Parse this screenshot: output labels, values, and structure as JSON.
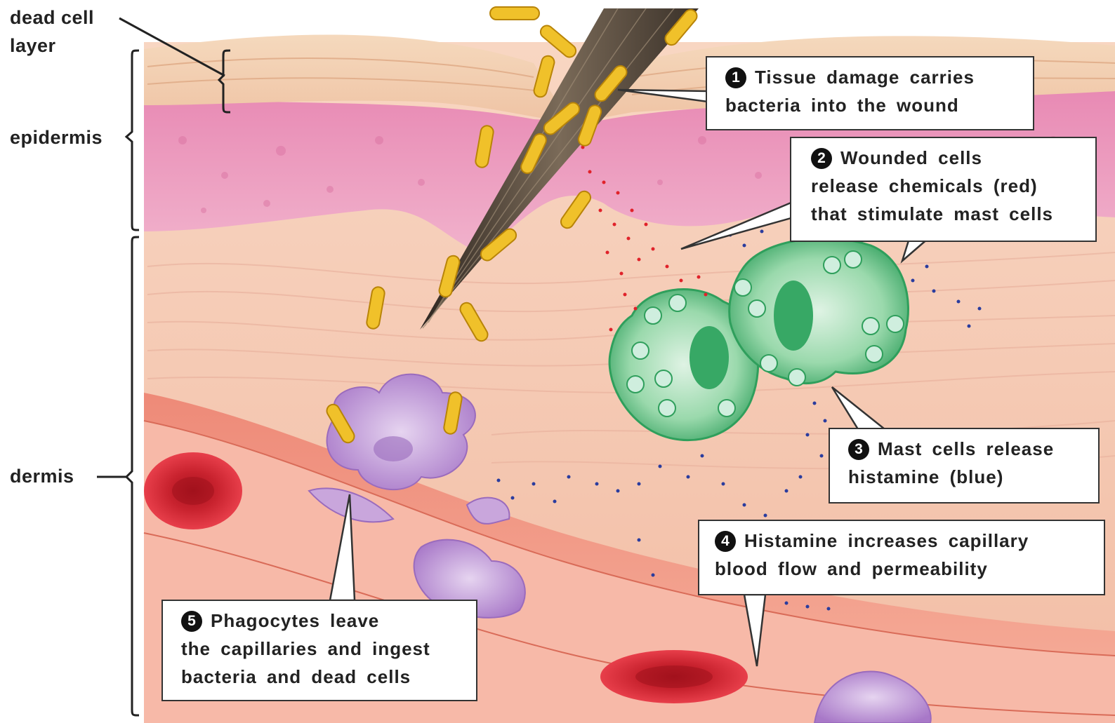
{
  "labels": {
    "dead_cell_layer": [
      "dead cell",
      "layer"
    ],
    "epidermis": "epidermis",
    "dermis": "dermis"
  },
  "steps": [
    {
      "number": "1",
      "lines": [
        "Tissue damage carries",
        "bacteria into the wound"
      ]
    },
    {
      "number": "2",
      "lines": [
        "Wounded cells",
        "release chemicals (red)",
        "that stimulate mast cells"
      ]
    },
    {
      "number": "3",
      "lines": [
        "Mast cells release",
        "histamine (blue)"
      ]
    },
    {
      "number": "4",
      "lines": [
        "Histamine increases capillary",
        "blood flow and permeability"
      ]
    },
    {
      "number": "5",
      "lines": [
        "Phagocytes leave",
        "the capillaries and ingest",
        "bacteria and dead cells"
      ]
    }
  ],
  "colors": {
    "dead_cell_layer": "#f3cdb0",
    "epidermis": "#e89bbd",
    "dermis": "#f7cdb9",
    "capillary_wall": "#e98470",
    "bacteria": "#e8b21c",
    "mast_cell": "#3db26b",
    "phagocyte": "#b98fd0",
    "red_blood_cell": "#d8323e",
    "chemical_dots": "#e0222a",
    "histamine_dots": "#2a3c9e",
    "splinter": "#4a3e33"
  },
  "icons": [
    "splinter",
    "bacterium",
    "mast-cell",
    "phagocyte",
    "red-blood-cell"
  ]
}
